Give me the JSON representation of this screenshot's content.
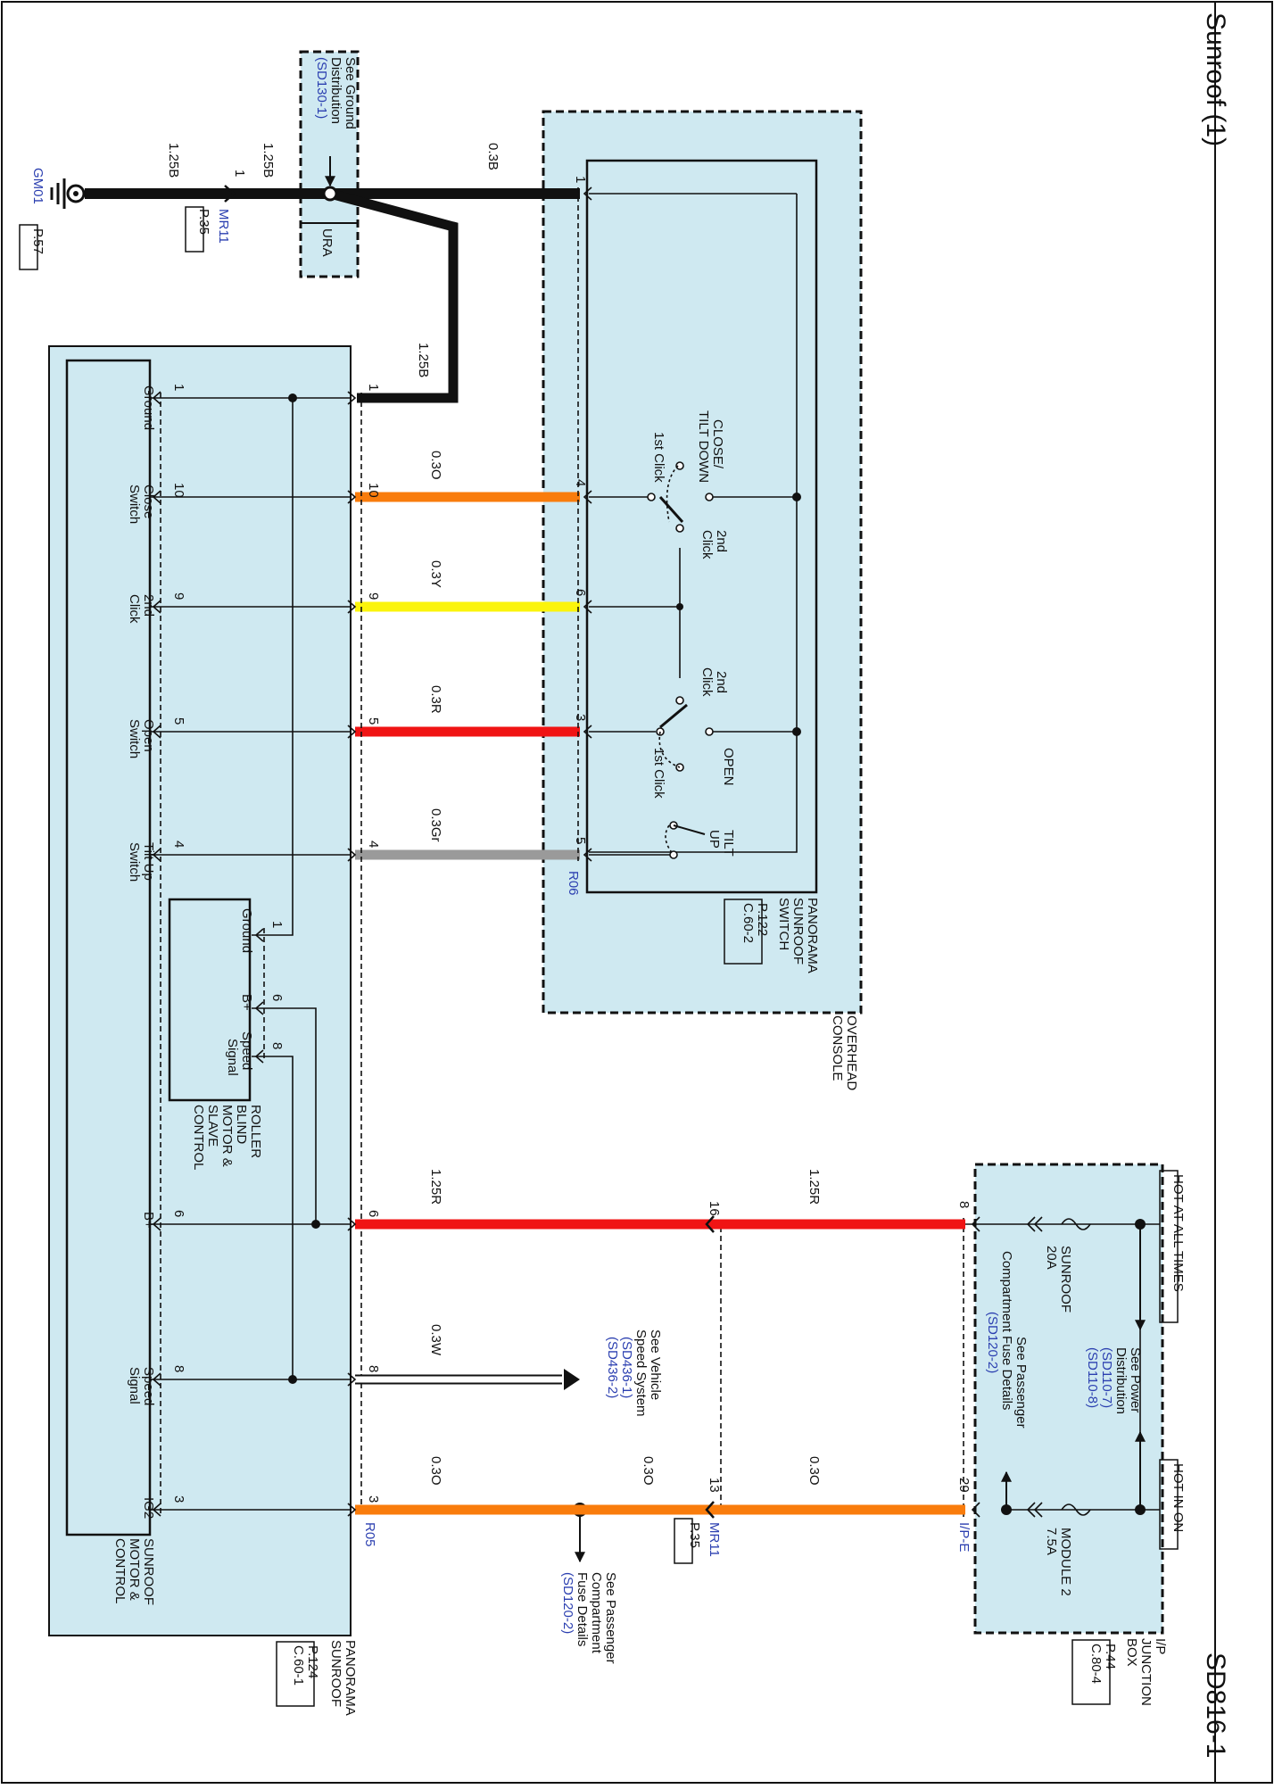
{
  "header": {
    "title": "Sunroof (1)",
    "code": "SD816-1"
  },
  "ground": {
    "id": "GM01",
    "page": "P.57",
    "wire_a": "1.25B",
    "wire_b": "1.25B",
    "wire_c": "0.3B",
    "wire_d": "1.25B",
    "pin": "1"
  },
  "connector_mr11_top": {
    "id": "MR11",
    "page": "P.35"
  },
  "ground_dist": {
    "line1": "See Ground",
    "line2": "Distribution",
    "ref": "(SD130-1)",
    "node": "URA"
  },
  "overhead_console": {
    "line1": "OVERHEAD",
    "line2": "CONSOLE"
  },
  "switch": {
    "name1": "PANORAMA",
    "name2": "SUNROOF",
    "name3": "SWITCH",
    "page": "P.122",
    "conn": "C.60-2",
    "connector_id": "R06",
    "close_label1": "CLOSE/",
    "close_label2": "TILT DOWN",
    "first_click": "1st Click",
    "second_a": "2nd",
    "second_b": "Click",
    "open_label": "OPEN",
    "tilt_a": "TILT",
    "tilt_b": "UP",
    "pins": [
      "1",
      "4",
      "6",
      "3",
      "5"
    ]
  },
  "wires": [
    {
      "label": "0.3O",
      "color": "#f97c0c"
    },
    {
      "label": "0.3Y",
      "color": "#fbf40c"
    },
    {
      "label": "0.3R",
      "color": "#f01414"
    },
    {
      "label": "0.3Gr",
      "color": "#9a9a9a"
    },
    {
      "label": "1.25R",
      "color": "#f01414"
    },
    {
      "label": "0.3W",
      "color": "#ffffff"
    },
    {
      "label": "0.3O",
      "color": "#f97c0c"
    }
  ],
  "module": {
    "name1": "PANORAMA",
    "name2": "SUNROOF",
    "page": "P.124",
    "conn": "C.60-1",
    "connector_id": "R05",
    "ctl1": "SUNROOF",
    "ctl2": "MOTOR &",
    "ctl3": "CONTROL",
    "pins": [
      "1",
      "10",
      "9",
      "5",
      "4",
      "6",
      "8",
      "3"
    ],
    "labels": [
      [
        "Ground"
      ],
      [
        "Close",
        "Switch"
      ],
      [
        "2nd",
        "Click"
      ],
      [
        "Open",
        "Switch"
      ],
      [
        "Tilt Up",
        "Switch"
      ],
      [
        "B+"
      ],
      [
        "Speed",
        "Signal"
      ],
      [
        "IG2"
      ]
    ]
  },
  "roller": {
    "name1": "ROLLER",
    "name2": "BLIND",
    "name3": "MOTOR &",
    "name4": "SLAVE",
    "name5": "CONTROL",
    "pins": [
      "1",
      "6",
      "8"
    ],
    "labels": [
      "Ground",
      "B+",
      "Speed",
      "Signal"
    ]
  },
  "junction": {
    "name1": "I/P",
    "name2": "JUNCTION",
    "name3": "BOX",
    "page": "P.44",
    "conn": "C.80-4",
    "hot_always": "HOT AT ALL TIMES",
    "hot_on": "HOT IN ON",
    "fuse1a": "SUNROOF",
    "fuse1b": "20A",
    "fuse2a": "MODULE 2",
    "fuse2b": "7.5A",
    "power_a": "See Power",
    "power_b": "Distribution",
    "power_r1": "(SD110-7)",
    "power_r2": "(SD110-8)",
    "pass_a": "See Passenger",
    "pass_b": "Compartment Fuse Details",
    "pass_r": "(SD120-2)",
    "pin_top": "8",
    "pin_bot": "29",
    "connector_id": "I/P-E"
  },
  "mr11_bottom": {
    "id": "MR11",
    "page": "P.35",
    "pin_top": "16",
    "pin_bot": "13"
  },
  "vss": {
    "a": "See Vehicle",
    "b": "Speed System",
    "r1": "(SD436-1)",
    "r2": "(SD436-2)"
  },
  "pass_bottom": {
    "a": "See Passenger",
    "b": "Compartment",
    "c": "Fuse Details",
    "r": "(SD120-2)"
  }
}
